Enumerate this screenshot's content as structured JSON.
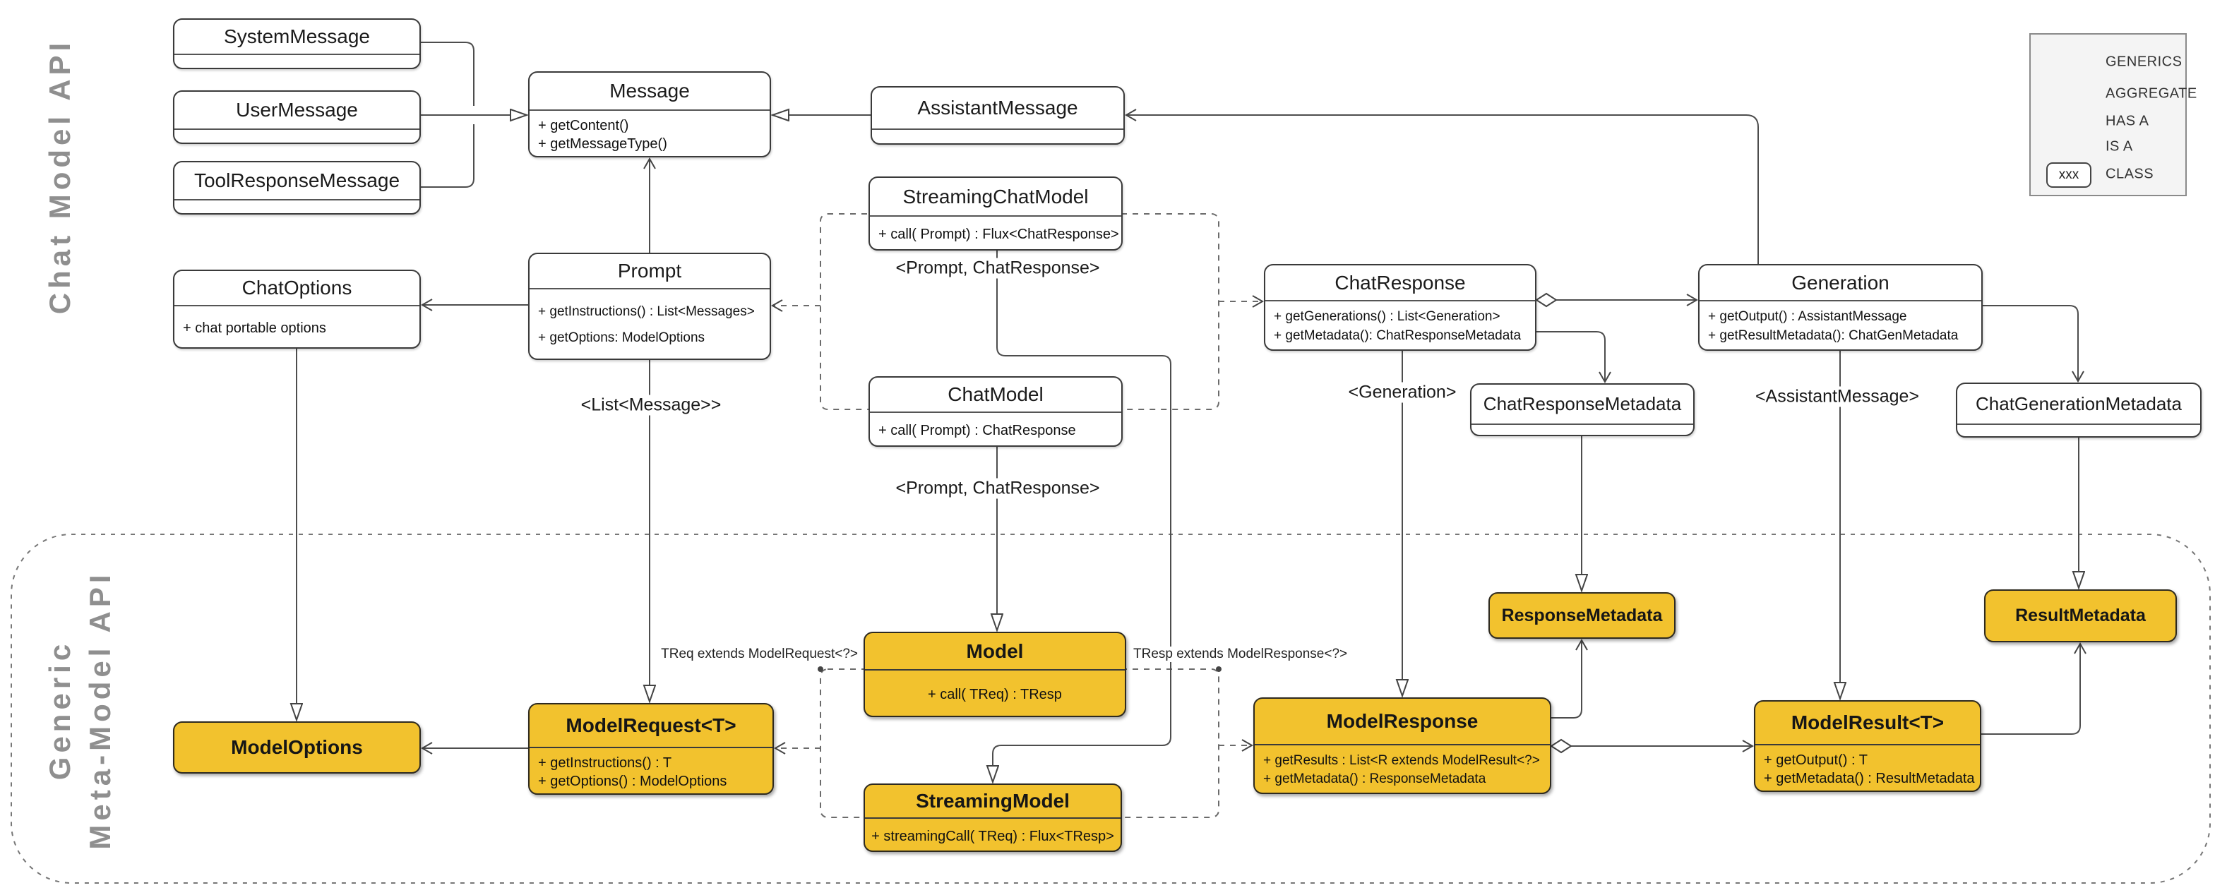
{
  "section_labels": {
    "top": "Chat Model API",
    "bottom": "Generic\nMeta-Model API"
  },
  "colors": {
    "class_yellow": "#F2C22E",
    "class_white": "#FFFFFF",
    "line": "#4d4d4d",
    "section_label_gray": "#8f8f8f",
    "legend_bg": "#f4f4f4"
  },
  "classes": {
    "system_message": {
      "title": "SystemMessage"
    },
    "user_message": {
      "title": "UserMessage"
    },
    "tool_response_message": {
      "title": "ToolResponseMessage"
    },
    "message": {
      "title": "Message",
      "methods": [
        "+ getContent()",
        "+ getMessageType()"
      ]
    },
    "assistant_message": {
      "title": "AssistantMessage"
    },
    "streaming_chat_model": {
      "title": "StreamingChatModel",
      "methods": [
        "+ call( Prompt) : Flux<ChatResponse>"
      ]
    },
    "chat_options": {
      "title": "ChatOptions",
      "methods": [
        "+ chat portable options"
      ]
    },
    "prompt": {
      "title": "Prompt",
      "methods": [
        "+ getInstructions() : List<Messages>",
        "+ getOptions: ModelOptions"
      ]
    },
    "chat_model": {
      "title": "ChatModel",
      "methods": [
        "+ call( Prompt) : ChatResponse"
      ]
    },
    "chat_response": {
      "title": "ChatResponse",
      "methods": [
        "+ getGenerations() : List<Generation>",
        "+ getMetadata(): ChatResponseMetadata"
      ]
    },
    "generation": {
      "title": "Generation",
      "methods": [
        "+ getOutput() : AssistantMessage",
        "+ getResultMetadata(): ChatGenMetadata"
      ]
    },
    "chat_response_metadata": {
      "title": "ChatResponseMetadata"
    },
    "chat_generation_metadata": {
      "title": "ChatGenerationMetadata"
    },
    "model_options": {
      "title": "ModelOptions"
    },
    "model_request": {
      "title": "ModelRequest<T>",
      "methods": [
        "+ getInstructions() : T",
        "+ getOptions() : ModelOptions"
      ]
    },
    "model": {
      "title": "Model",
      "methods": [
        "+ call( TReq) : TResp"
      ]
    },
    "streaming_model": {
      "title": "StreamingModel",
      "methods": [
        "+ streamingCall( TReq) : Flux<TResp>"
      ]
    },
    "model_response": {
      "title": "ModelResponse",
      "methods": [
        "+ getResults : List<R extends ModelResult<?>",
        "+ getMetadata() : ResponseMetadata"
      ]
    },
    "model_result": {
      "title": "ModelResult<T>",
      "methods": [
        "+ getOutput() : T",
        "+ getMetadata() : ResultMetadata"
      ]
    },
    "response_metadata": {
      "title": "ResponseMetadata"
    },
    "result_metadata": {
      "title": "ResultMetadata"
    }
  },
  "generic_labels": {
    "streaming_chat_model_params": "<Prompt, ChatResponse>",
    "chat_model_params": "<Prompt, ChatResponse>",
    "prompt_param": "<List<Message>>",
    "chat_response_param": "<Generation>",
    "generation_param": "<AssistantMessage>",
    "treq_bound": "TReq extends ModelRequest<?>",
    "tresp_bound": "TResp extends ModelResponse<?>"
  },
  "legend": {
    "items": [
      {
        "label": "GENERICS"
      },
      {
        "label": "AGGREGATE"
      },
      {
        "label": "HAS A"
      },
      {
        "label": "IS A"
      },
      {
        "label": "CLASS"
      }
    ],
    "class_sample": "xxx"
  }
}
